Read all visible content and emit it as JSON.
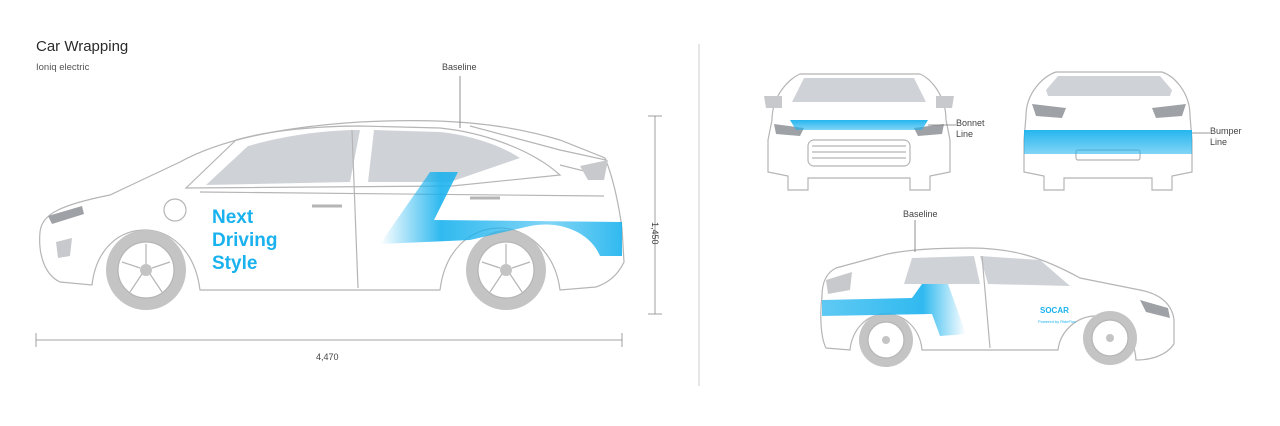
{
  "header": {
    "title": "Car Wrapping",
    "subtitle": "Ioniq electric"
  },
  "side_view": {
    "baseline_label": "Baseline",
    "length_label": "4,470",
    "height_label": "1,450",
    "wrap_text": [
      "Next",
      "Driving",
      "Style"
    ]
  },
  "front_view": {
    "bonnet_label": [
      "Bonnet",
      "Line"
    ]
  },
  "rear_view": {
    "bumper_label": [
      "Bumper",
      "Line"
    ]
  },
  "three_quarter_view": {
    "baseline_label": "Baseline",
    "logo_text": "SOCAR",
    "logo_sub": "Powered by RideFlux"
  },
  "colors": {
    "accent": "#1ab2ee",
    "body_line": "#b5b5b5",
    "glass": "#cfd3d8",
    "tire": "#c4c4c4"
  }
}
